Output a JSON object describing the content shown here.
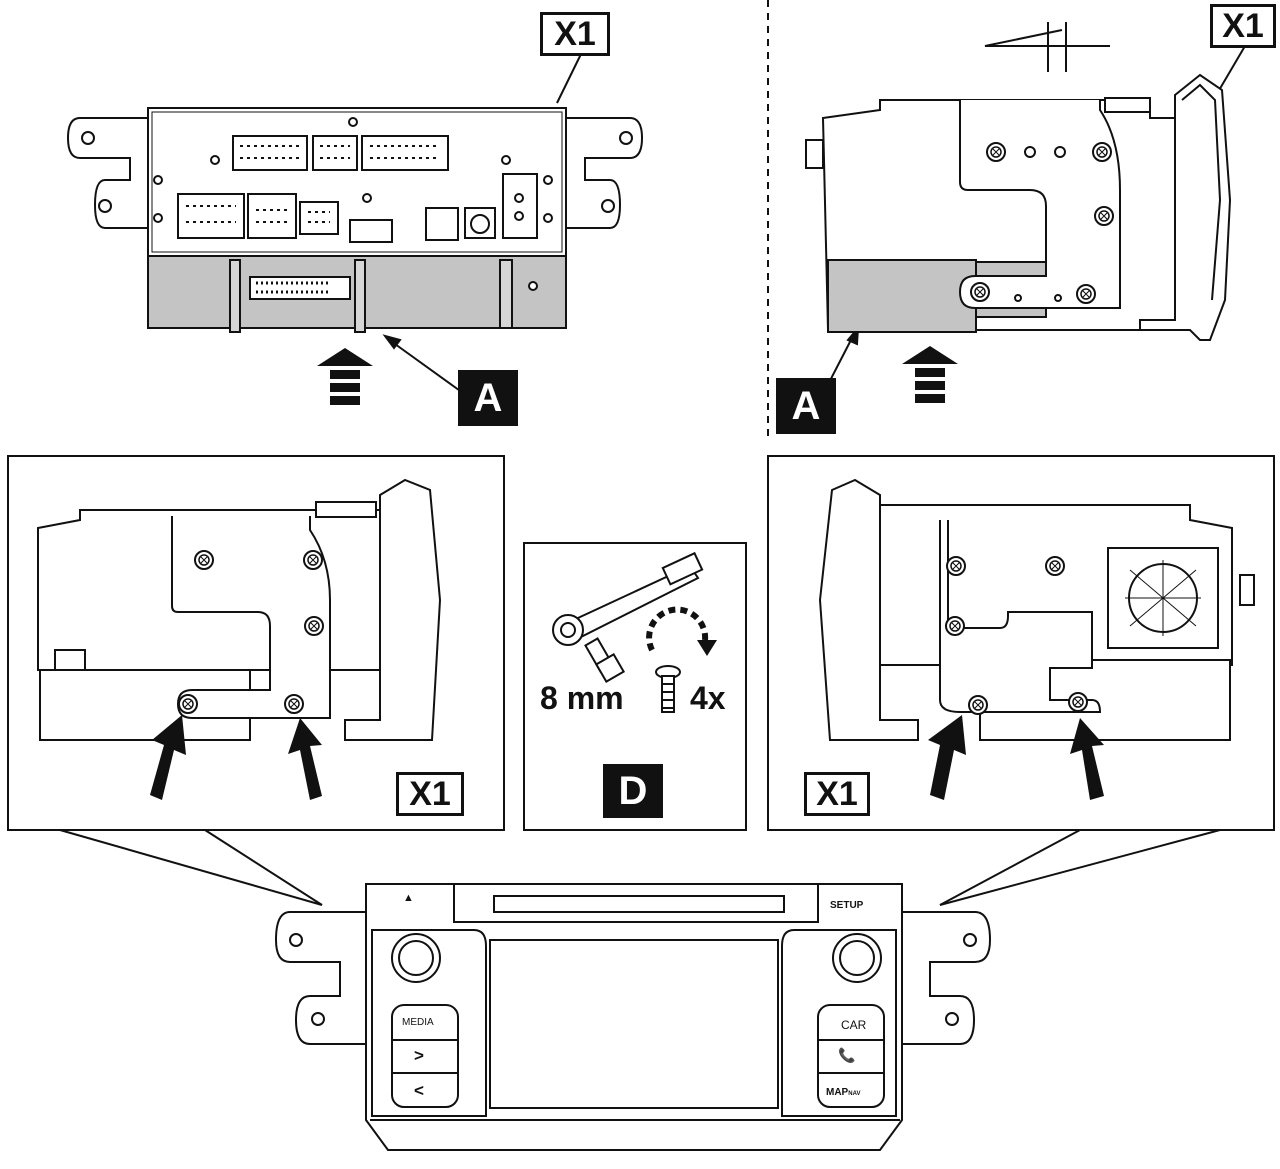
{
  "labels": {
    "x1": "X1",
    "a": "A",
    "d": "D",
    "socket_size": "8 mm",
    "quantity": "4x"
  },
  "headunit": {
    "eject_symbol": "▲",
    "setup": "SETUP",
    "media": "MEDIA",
    "next": ">",
    "prev": "<",
    "car": "CAR",
    "phone_icon": "phone-icon",
    "map": "MAP",
    "nav": "NAV"
  },
  "icons": [
    "ratchet-wrench-icon",
    "screw-icon",
    "rotate-arrow-icon",
    "push-arrow-icon",
    "screw-position-arrow-icon",
    "phone-icon",
    "eject-icon"
  ],
  "colors": {
    "line": "#111111",
    "panel": "#bfbfbf",
    "background": "#ffffff"
  }
}
